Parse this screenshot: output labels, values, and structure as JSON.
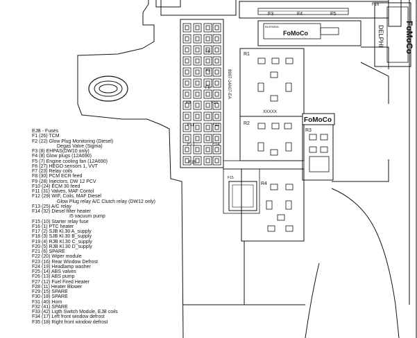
{
  "legend": {
    "title": "EJB - Fuses",
    "items": [
      {
        "text": "F1 (26) TCM",
        "indent": 0
      },
      {
        "text": "F2 (22) Glow Plug Monitoring (Diesel)",
        "indent": 0
      },
      {
        "text": "Degas Valve (Sigma)",
        "indent": 1
      },
      {
        "text": "F3 (8) EHPAS(DW10 only)",
        "indent": 0
      },
      {
        "text": "F4 (8) Glow plugs (12A690)",
        "indent": 0
      },
      {
        "text": "F5 (7) Engine cooling fan (12A690)",
        "indent": 0
      },
      {
        "text": "F6 (27) HEGO sensors 1, VVT",
        "indent": 0
      },
      {
        "text": "F7 (23) Relay coils",
        "indent": 0
      },
      {
        "text": "F8 (30) PCM ECR feed",
        "indent": 0
      },
      {
        "text": "F9 (28) Injectors, DW 12 PCV",
        "indent": 0
      },
      {
        "text": "F10 (24) ECM 30 feed",
        "indent": 0
      },
      {
        "text": "F11 (31) Valves, MAF Contol",
        "indent": 0
      },
      {
        "text": "F12 (29) WIF, Coils, MAF Diesel",
        "indent": 0
      },
      {
        "text": "Glow Plug relay A/C Clutch relay (DW12 only)",
        "indent": 1
      },
      {
        "text": "F13 (25) A/C relay",
        "indent": 0
      },
      {
        "text": "F14 (32) Diesel filter heater",
        "indent": 0
      },
      {
        "text": "I5 vacuum pump",
        "indent": 2
      },
      {
        "text": "F15 (10) Starter relay fuse",
        "indent": 0
      },
      {
        "text": "F16 (1) PTC heater",
        "indent": 0
      },
      {
        "text": "F17 (2) SJB Kl.30 A_supply",
        "indent": 0
      },
      {
        "text": "F18 (3) SJB Kl.30 B_supply",
        "indent": 0
      },
      {
        "text": "F19 (4) RJB Kl.30 C_supply",
        "indent": 0
      },
      {
        "text": "F20 (5) RJB Kl.30 D_supply",
        "indent": 0
      },
      {
        "text": "F21 (6) SPARE",
        "indent": 0
      },
      {
        "text": "F22 (20) Wiper module",
        "indent": 0
      },
      {
        "text": "F23 (16) Rear Window Defrost",
        "indent": 0
      },
      {
        "text": "F24 (19) Headlamp washer",
        "indent": 0
      },
      {
        "text": "F25 (14) ABS valves",
        "indent": 0
      },
      {
        "text": "F26 (13) ABS pump",
        "indent": 0
      },
      {
        "text": "F27 (12) Fuel Fired Heater",
        "indent": 0
      },
      {
        "text": "F28 (11) Heater Blower",
        "indent": 0
      },
      {
        "text": "F29 (15) SPARE",
        "indent": 0
      },
      {
        "text": "F30 (18) SPARE",
        "indent": 0
      },
      {
        "text": "F31 (40) Horn",
        "indent": 0
      },
      {
        "text": "F32 (41) SPARE",
        "indent": 0
      },
      {
        "text": "F33 (42) Ligth Switch Module, EJB coils",
        "indent": 0
      },
      {
        "text": "F34 (17) Left front window defrost",
        "indent": 0
      },
      {
        "text": "F35 (18) Right front window defrost",
        "indent": 0
      }
    ]
  },
  "diagram": {
    "top_fuse_labels": [
      "F3",
      "F4",
      "F5",
      "F16"
    ],
    "side_fuse_labels": [
      "F6",
      "F7",
      "F8",
      "F9",
      "F10",
      "F11",
      "F12",
      "F13",
      "F14",
      "F15"
    ],
    "relay_labels": [
      "R1",
      "R2",
      "R3",
      "R4"
    ],
    "box_fuse_label": "F15",
    "center_code": "XXXXX",
    "vertical_code": "8907-14A07-EA",
    "brand_main": "FoMoCo",
    "brand_small": "FoMoCo",
    "brand_small_prefix": "BUSSMAN",
    "brand_vertical": "FoMoCo",
    "supplier": "DELPHI"
  }
}
